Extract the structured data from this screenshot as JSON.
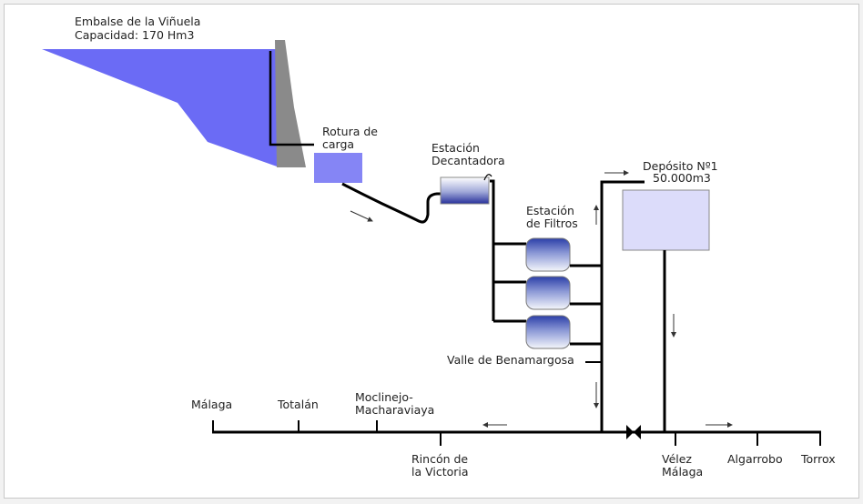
{
  "reservoir": {
    "title": "Embalse de la Viñuela",
    "capacity": "Capacidad: 170 Hm3"
  },
  "nodes": {
    "rotura": [
      "Rotura de",
      "carga"
    ],
    "decantadora": [
      "Estación",
      "Decantadora"
    ],
    "filtros": [
      "Estación",
      "de Filtros"
    ],
    "deposito": [
      "Depósito Nº1",
      "50.000m3"
    ],
    "valle": "Valle de Benamargosa"
  },
  "towns": {
    "malaga": "Málaga",
    "totalan": "Totalán",
    "moclinejo": [
      "Moclinejo-",
      "Macharaviaya"
    ],
    "rincon": [
      "Rincón de",
      "la Victoria"
    ],
    "velez": [
      "Vélez",
      "Málaga"
    ],
    "algarrobo": "Algarrobo",
    "torrox": "Torrox"
  },
  "colors": {
    "water": "#6b6bf5",
    "dam": "#8a8a8a",
    "pipe": "#000000",
    "deposit_fill": "#dcdcfa",
    "break_tank": "#8585f5"
  }
}
